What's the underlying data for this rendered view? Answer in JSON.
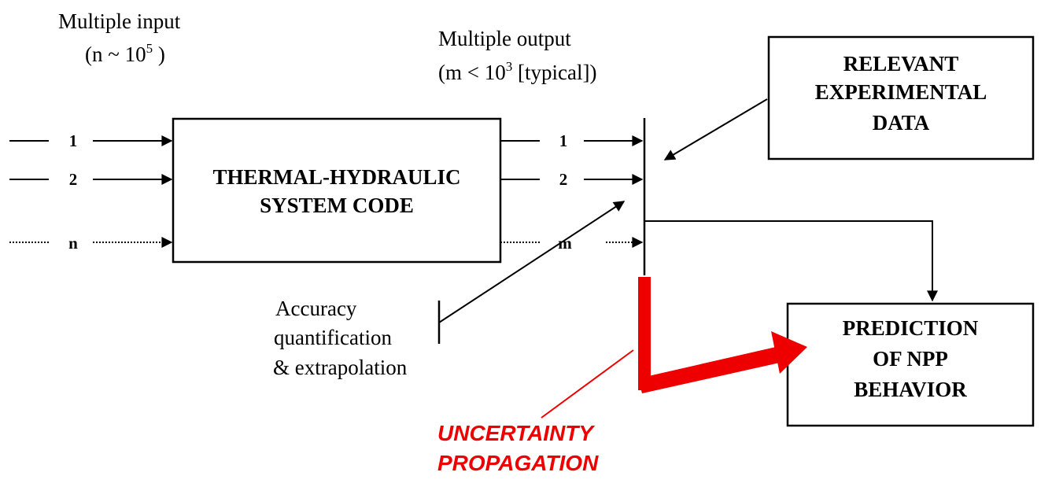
{
  "colors": {
    "line": "#000000",
    "accent": "#ee0000",
    "background": "#ffffff"
  },
  "input_header": {
    "line1": "Multiple input",
    "line2_prefix": "(n ~ 10",
    "line2_sup": "5",
    "line2_suffix": " )"
  },
  "output_header": {
    "line1": "Multiple output",
    "line2_prefix": "(m < 10",
    "line2_sup": "3",
    "line2_suffix": " [typical])"
  },
  "inputs": [
    "1",
    "2",
    "n"
  ],
  "outputs": [
    "1",
    "2",
    "m"
  ],
  "code_box": {
    "line1": "THERMAL-HYDRAULIC",
    "line2": "SYSTEM CODE"
  },
  "experimental_box": {
    "line1": "RELEVANT",
    "line2": "EXPERIMENTAL",
    "line3": "DATA"
  },
  "prediction_box": {
    "line1": "PREDICTION",
    "line2": "OF NPP",
    "line3": "BEHAVIOR"
  },
  "accuracy_label": {
    "line1": "Accuracy",
    "line2": "quantification",
    "line3": "& extrapolation"
  },
  "uncertainty_label": {
    "line1": "UNCERTAINTY",
    "line2": "PROPAGATION"
  }
}
